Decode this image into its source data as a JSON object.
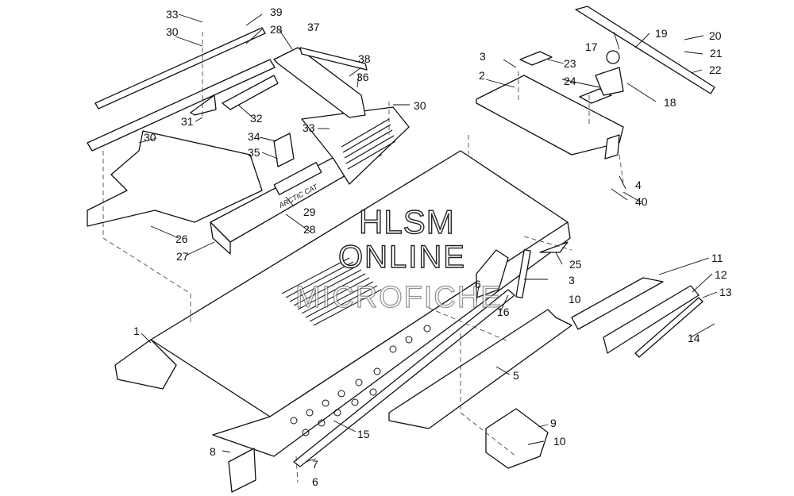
{
  "watermark": {
    "line1": "HLSM",
    "line2": "ONLINE",
    "line3": "MICROFICHE"
  },
  "decal_text": "ARCTIC CAT",
  "callouts": {
    "c1": "1",
    "c2": "2",
    "c3a": "3",
    "c3b": "3",
    "c4": "4",
    "c5": "5",
    "c6a": "6",
    "c6b": "6",
    "c7": "7",
    "c8": "8",
    "c9": "9",
    "c10a": "10",
    "c10b": "10",
    "c11": "11",
    "c12": "12",
    "c13": "13",
    "c14": "14",
    "c15": "15",
    "c16": "16",
    "c17": "17",
    "c18": "18",
    "c19": "19",
    "c20": "20",
    "c21": "21",
    "c22": "22",
    "c23": "23",
    "c24": "24",
    "c25": "25",
    "c26": "26",
    "c27": "27",
    "c28a": "28",
    "c28b": "28",
    "c29": "29",
    "c30a": "30",
    "c30b": "30",
    "c30c": "30",
    "c31": "31",
    "c32": "32",
    "c33a": "33",
    "c33b": "33",
    "c34": "34",
    "c35": "35",
    "c36": "36",
    "c37": "37",
    "c38": "38",
    "c39": "39",
    "c40": "40"
  }
}
